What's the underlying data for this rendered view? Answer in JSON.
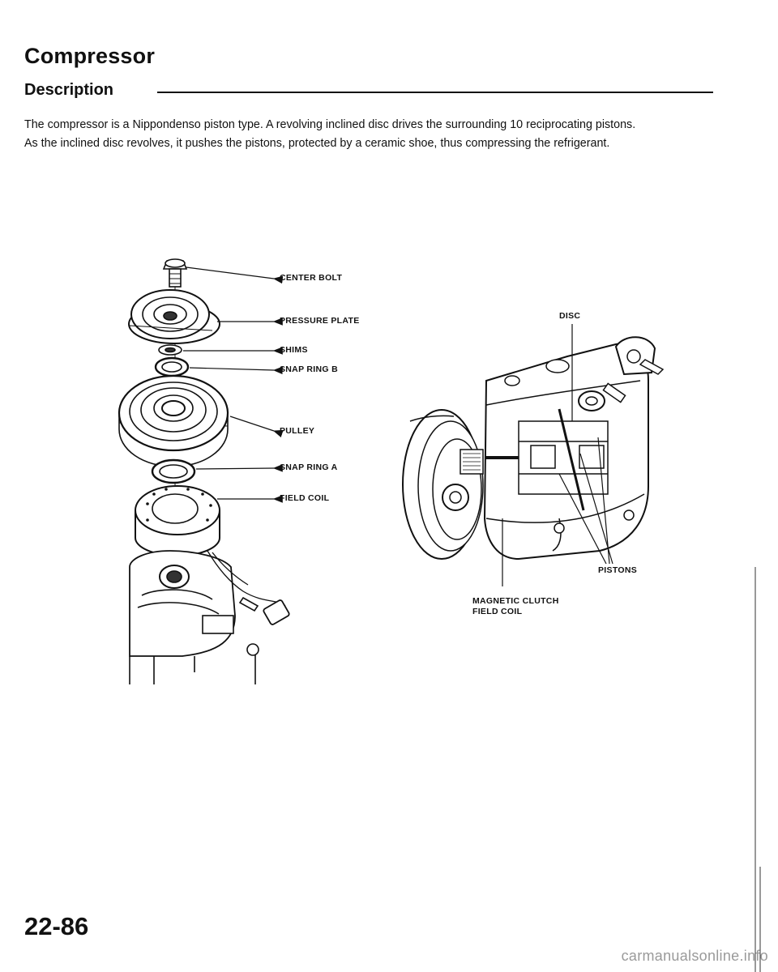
{
  "page": {
    "title": "Compressor",
    "section": "Description",
    "description_lines": [
      "The compressor is a Nippondenso piston type. A revolving inclined disc drives the surrounding 10 reciprocating pistons.",
      "As the inclined disc revolves, it pushes the pistons, protected by a ceramic shoe, thus compressing the refrigerant."
    ],
    "page_number": "22-86",
    "watermark": "carmanualsonline.info"
  },
  "exploded_view": {
    "callouts": {
      "center_bolt": "CENTER BOLT",
      "pressure_plate": "PRESSURE PLATE",
      "shims": "SHIMS",
      "snap_ring_b": "SNAP RING B",
      "pulley": "PULLEY",
      "snap_ring_a": "SNAP RING A",
      "field_coil": "FIELD COIL"
    }
  },
  "cutaway_view": {
    "callouts": {
      "disc": "DISC",
      "pistons": "PISTONS",
      "magnetic_clutch_line1": "MAGNETIC CLUTCH",
      "magnetic_clutch_line2": "FIELD COIL"
    }
  }
}
